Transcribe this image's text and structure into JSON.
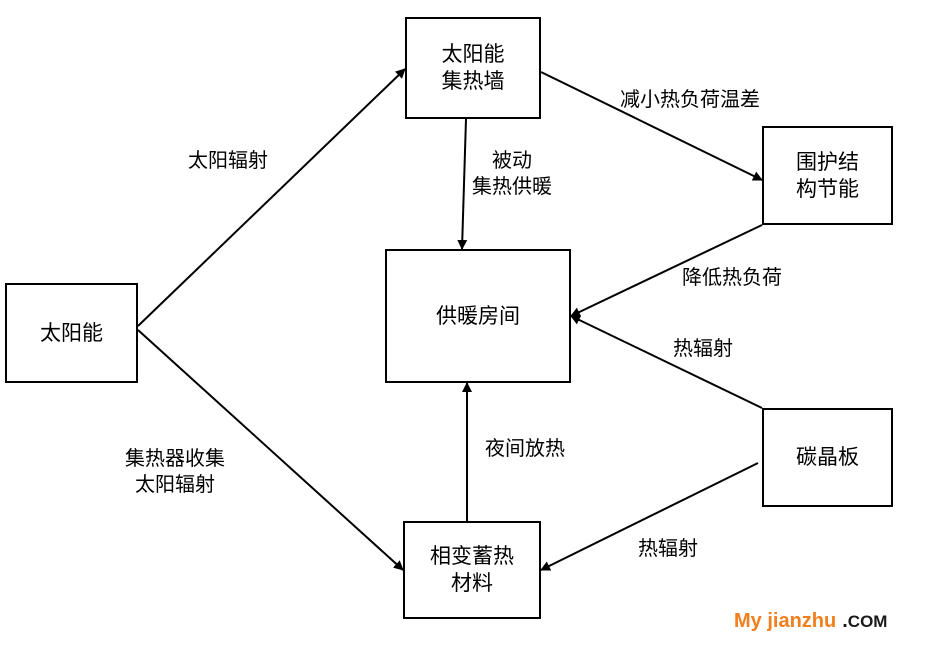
{
  "nodes": {
    "taiyangneng": "太阳能",
    "jirqiang": [
      "太阳能",
      "集热墙"
    ],
    "weihu": [
      "围护结",
      "构节能"
    ],
    "gongnuan": "供暖房间",
    "tanjing": "碳晶板",
    "xiangbian": [
      "相变蓄热",
      "材料"
    ]
  },
  "edges": {
    "solar_radiation": "太阳辐射",
    "reduce_temp_diff": "减小热负荷温差",
    "passive_heating": [
      "被动",
      "集热供暖"
    ],
    "lower_load": "降低热负荷",
    "thermal_radiation_room": "热辐射",
    "collector_radiation": [
      "集热器收集",
      "太阳辐射"
    ],
    "night_release": "夜间放热",
    "thermal_radiation_pcm": "热辐射"
  },
  "watermark": {
    "brand": "My jianzhu",
    "dot": ".",
    "tld": "COM",
    "colors": {
      "brand": "#f07f1e",
      "tld": "#1a1a1a"
    }
  }
}
